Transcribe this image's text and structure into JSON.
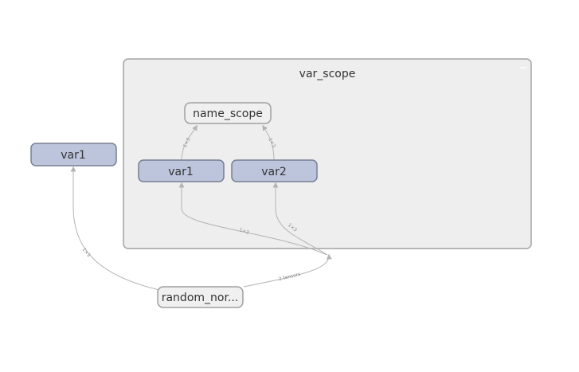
{
  "graph": {
    "cluster": {
      "title": "var_scope"
    },
    "nodes": {
      "outer_var1": "var1",
      "name_scope": "name_scope",
      "inner_var1": "var1",
      "inner_var2": "var2",
      "random_normal": "random_nor..."
    },
    "edges": {
      "inner_var1_to_name_scope": "1×3",
      "inner_var2_to_name_scope": "1×3",
      "junction_to_inner_var1": "1×3",
      "junction_to_inner_var2": "1×3",
      "random_to_outer_var1": "1×3",
      "random_to_junction": "2 tensors"
    }
  },
  "colors": {
    "cluster_fill": "#eeeeee",
    "cluster_stroke": "#a4a4a4",
    "variable_fill": "#bcc5dc",
    "variable_stroke": "#777f93",
    "op_fill": "#f0f0f0",
    "op_stroke": "#a0a0a0",
    "edge": "#b4b4b4"
  }
}
